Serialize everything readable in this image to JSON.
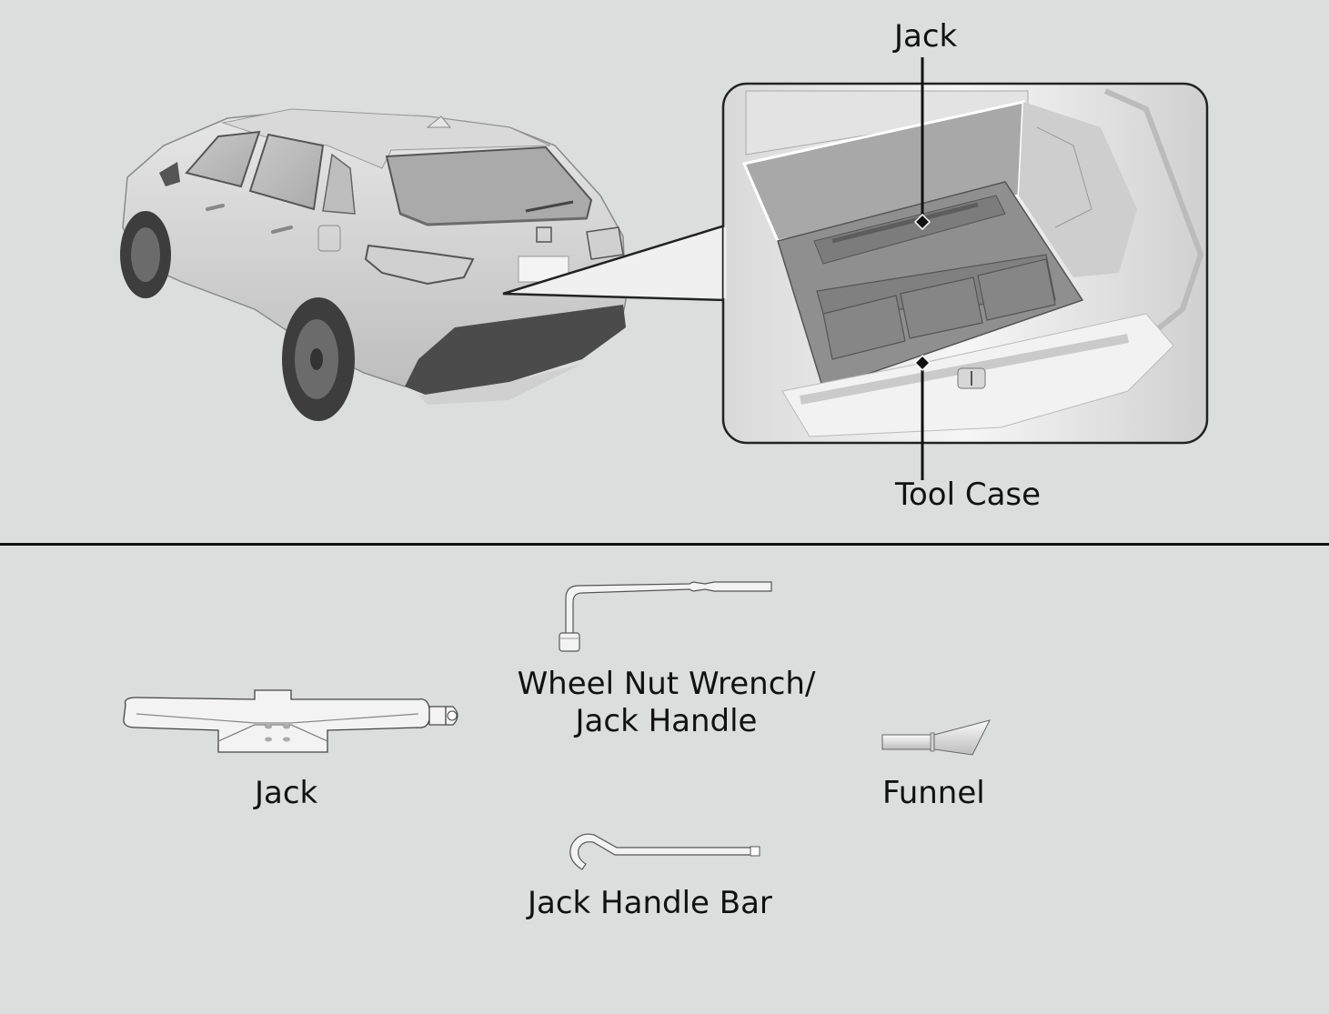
{
  "top_panel": {
    "callouts": {
      "jack": "Jack",
      "tool_case": "Tool Case"
    }
  },
  "tools": {
    "jack": "Jack",
    "wheel_nut_wrench_line1": "Wheel Nut Wrench/",
    "wheel_nut_wrench_line2": "Jack Handle",
    "funnel": "Funnel",
    "jack_handle_bar": "Jack Handle Bar"
  },
  "colors": {
    "background": "#dcdedd",
    "line": "#111111",
    "part_fill": "#f2f3f2",
    "tray": "#8e8f8e"
  }
}
